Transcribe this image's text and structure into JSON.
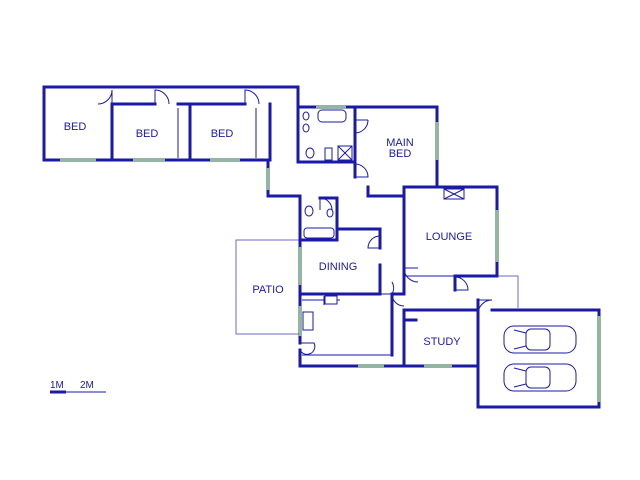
{
  "rooms": {
    "bed1": "BED",
    "bed2": "BED",
    "bed3": "BED",
    "main_bed_line1": "MAIN",
    "main_bed_line2": "BED",
    "lounge": "LOUNGE",
    "dining": "DINING",
    "patio": "PATIO",
    "study": "STUDY"
  },
  "scale_bar": {
    "label_1": "1M",
    "label_2": "2M"
  }
}
